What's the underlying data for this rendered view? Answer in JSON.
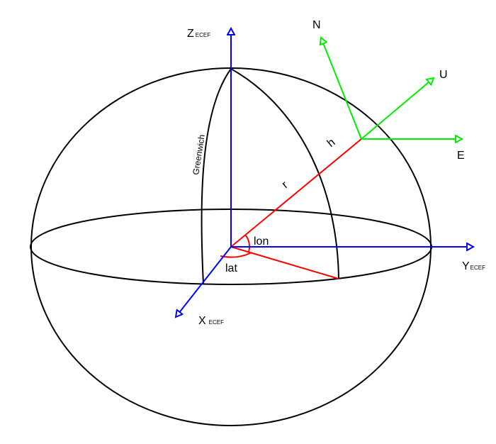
{
  "colors": {
    "outline": "#000000",
    "ecef_axes": "#0000ff",
    "radius": "#ff0000",
    "enu_axes": "#00ee00",
    "background": "#ffffff"
  },
  "axes": {
    "z": {
      "main": "Z",
      "sub": "ECEF"
    },
    "y": {
      "main": "Y",
      "sub": "ECEF"
    },
    "x": {
      "main": "X",
      "sub": "ECEF"
    }
  },
  "enu": {
    "north": "N",
    "up": "U",
    "east": "E"
  },
  "labels": {
    "greenwich": "Greenwich",
    "h": "h",
    "r": "r",
    "lon": "lon",
    "lat": "lat"
  }
}
